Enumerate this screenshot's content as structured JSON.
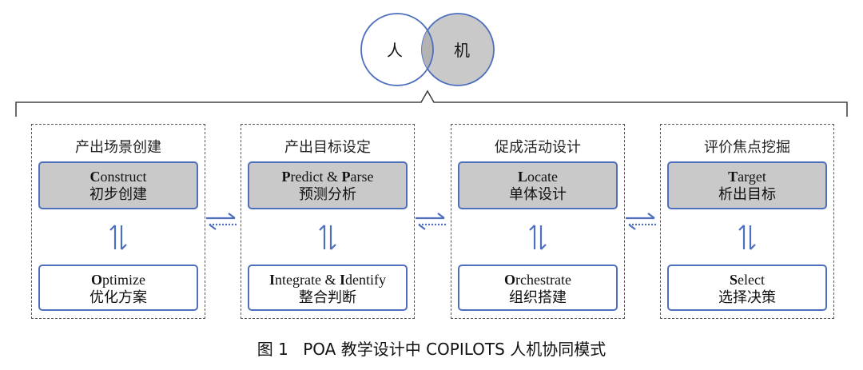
{
  "venn": {
    "left": "人",
    "right": "机"
  },
  "stages": [
    {
      "title": "产出场景创建",
      "top": {
        "cap": "C",
        "rest": "onstruct",
        "zh": "初步创建"
      },
      "bottom": {
        "cap": "O",
        "rest": "ptimize",
        "zh": "优化方案"
      }
    },
    {
      "title": "产出目标设定",
      "top": {
        "cap": "P",
        "rest": "redict & ",
        "cap2": "P",
        "rest2": "arse",
        "zh": "预测分析"
      },
      "bottom": {
        "cap": "I",
        "rest": "ntegrate & ",
        "cap2": "I",
        "rest2": "dentify",
        "zh": "整合判断"
      }
    },
    {
      "title": "促成活动设计",
      "top": {
        "cap": "L",
        "rest": "ocate",
        "zh": "单体设计"
      },
      "bottom": {
        "cap": "O",
        "rest": "rchestrate",
        "zh": "组织搭建"
      }
    },
    {
      "title": "评价焦点挖掘",
      "top": {
        "cap": "T",
        "rest": "arget",
        "zh": "析出目标"
      },
      "bottom": {
        "cap": "S",
        "rest": "elect",
        "zh": "选择决策"
      }
    }
  ],
  "caption": {
    "figure": "图 1",
    "text": "POA 教学设计中 COPILOTS 人机协同模式"
  },
  "colors": {
    "accent": "#4d6fbe",
    "venn_fill": "#c9c9c9",
    "border": "#555555"
  }
}
